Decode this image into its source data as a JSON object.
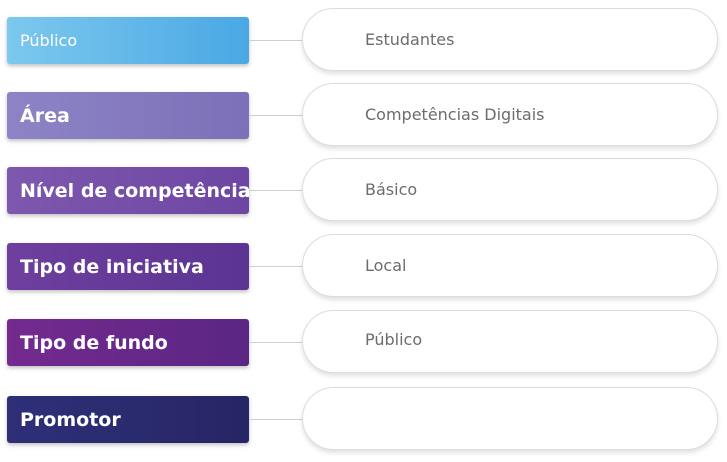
{
  "rows": [
    {
      "label": "Público",
      "value": "Estudantes",
      "gradient": [
        "#7cc8ee",
        "#4aa8e4"
      ]
    },
    {
      "label": "Área",
      "value": "Competências Digitais",
      "gradient": [
        "#8d84c6",
        "#7c70b8"
      ]
    },
    {
      "label": "Nível de competência",
      "value": "Básico",
      "gradient": [
        "#7e58ae",
        "#6c46a2"
      ]
    },
    {
      "label": "Tipo de iniciativa",
      "value": "Local",
      "gradient": [
        "#6e3f9e",
        "#5c3493"
      ]
    },
    {
      "label": "Tipo de fundo",
      "value": "Público",
      "gradient": [
        "#742a8f",
        "#5b2683"
      ]
    },
    {
      "label": "Promotor",
      "value": "",
      "gradient": [
        "#2f2f79",
        "#262665"
      ]
    }
  ]
}
